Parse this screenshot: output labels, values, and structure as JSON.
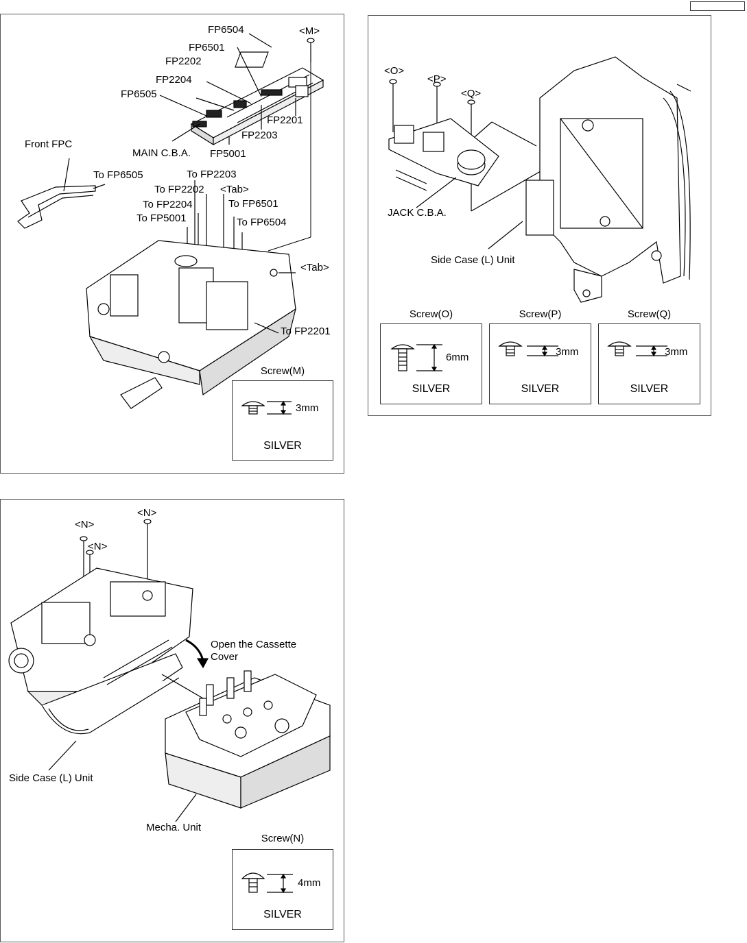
{
  "panel1": {
    "labels": {
      "fp6504": "FP6504",
      "m": "<M>",
      "fp6501": "FP6501",
      "fp2202": "FP2202",
      "fp2204": "FP2204",
      "fp6505": "FP6505",
      "fp2201": "FP2201",
      "fp2203": "FP2203",
      "front_fpc": "Front FPC",
      "main_cba": "MAIN C.B.A.",
      "fp5001": "FP5001",
      "to_fp6505": "To FP6505",
      "to_fp2203": "To FP2203",
      "to_fp2202": "To FP2202",
      "tab_top": "<Tab>",
      "to_fp2204": "To FP2204",
      "to_fp6501": "To FP6501",
      "to_fp5001": "To FP5001",
      "to_fp6504": "To FP6504",
      "tab_right": "<Tab>",
      "to_fp2201": "To FP2201"
    },
    "screw": {
      "caption": "Screw(M)",
      "size": "3mm",
      "color": "SILVER"
    }
  },
  "panel2": {
    "labels": {
      "o": "<O>",
      "p": "<P>",
      "q": "<Q>",
      "jack_cba": "JACK C.B.A.",
      "side_case": "Side Case (L) Unit"
    },
    "screws": [
      {
        "caption": "Screw(O)",
        "size": "6mm",
        "color": "SILVER"
      },
      {
        "caption": "Screw(P)",
        "size": "3mm",
        "color": "SILVER"
      },
      {
        "caption": "Screw(Q)",
        "size": "3mm",
        "color": "SILVER"
      }
    ]
  },
  "panel3": {
    "labels": {
      "n1": "<N>",
      "n2": "<N>",
      "n3": "<N>",
      "open_line1": "Open the Cassette",
      "open_line2": "Cover",
      "side_case": "Side Case (L) Unit",
      "mecha": "Mecha. Unit"
    },
    "screw": {
      "caption": "Screw(N)",
      "size": "4mm",
      "color": "SILVER"
    }
  }
}
